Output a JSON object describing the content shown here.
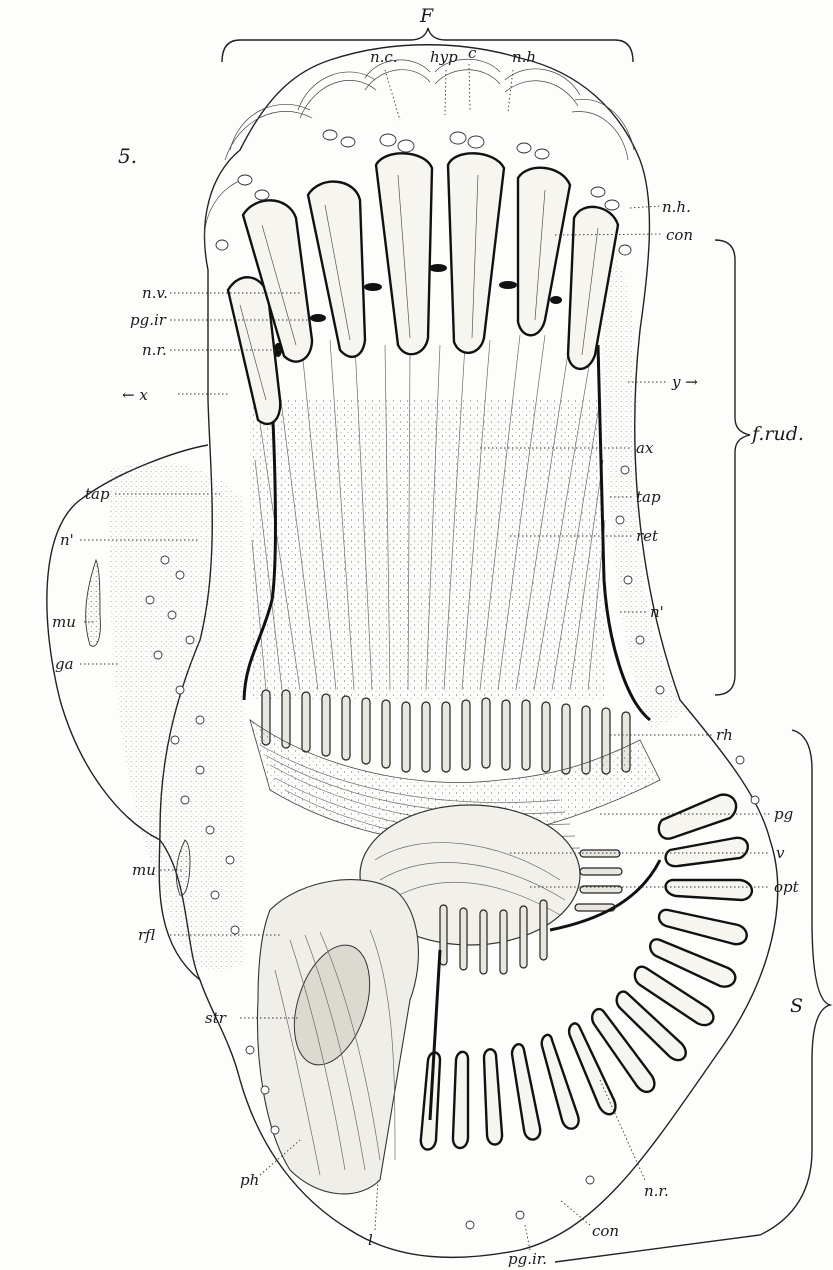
{
  "figure": {
    "number": "5.",
    "labels": {
      "F": "F",
      "nc": "n.c.",
      "hyp": "hyp",
      "c": "c",
      "nh_top": "n.h",
      "nh": "n.h.",
      "con_top": "con",
      "nv": "n.v.",
      "pgir_top": "pg.ir",
      "nr_top": "n.r.",
      "x": "← x",
      "y": "y →",
      "frud": "f.rud.",
      "ax": "ax",
      "tap_left": "tap",
      "tap_right": "tap",
      "ret": "ret",
      "n1_left": "n'",
      "n1_right": "n'",
      "mu_top": "mu",
      "ga": "ga",
      "rh": "rh",
      "pg": "pg",
      "v": "v",
      "opt": "opt",
      "mu_mid": "mu",
      "rfl": "rfl",
      "str": "str",
      "S": "S",
      "ph": "ph",
      "l": "l",
      "nr_bottom": "n.r.",
      "con_bottom": "con",
      "pgir_bottom": "pg.ir."
    }
  }
}
